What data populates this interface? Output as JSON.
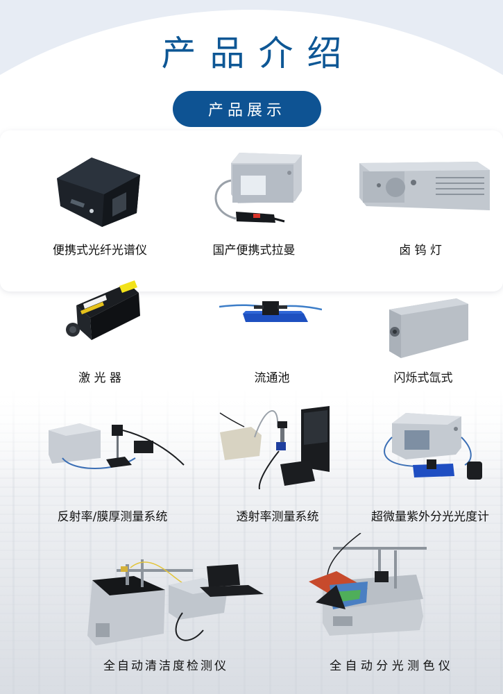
{
  "page": {
    "title": "产品介绍",
    "section_button": "产品展示",
    "colors": {
      "title": "#0e5795",
      "pill_bg": "#0e5393",
      "top_band": "#e7ecf4",
      "label_text": "#111111"
    }
  },
  "products": [
    {
      "name": "便携式光纤光谱仪",
      "icon": "portable-fiber-spectrometer-image"
    },
    {
      "name": "国产便携式拉曼",
      "icon": "portable-raman-image"
    },
    {
      "name": "卤 钨 灯",
      "icon": "halogen-tungsten-lamp-image"
    },
    {
      "name": "激 光 器",
      "icon": "laser-image"
    },
    {
      "name": "流通池",
      "icon": "flow-cell-image"
    },
    {
      "name": "闪烁式氙式",
      "icon": "flash-xenon-lamp-image"
    },
    {
      "name": "反射率/膜厚测量系统",
      "icon": "reflectance-film-thickness-system-image"
    },
    {
      "name": "透射率测量系统",
      "icon": "transmittance-system-image"
    },
    {
      "name": "超微量紫外分光光度计",
      "icon": "micro-uv-spectrophotometer-image"
    },
    {
      "name": "全自动清洁度检测仪",
      "icon": "auto-cleanliness-detector-image"
    },
    {
      "name": "全 自 动 分 光 测 色 仪",
      "icon": "auto-spectrophotometric-colorimeter-image"
    }
  ]
}
